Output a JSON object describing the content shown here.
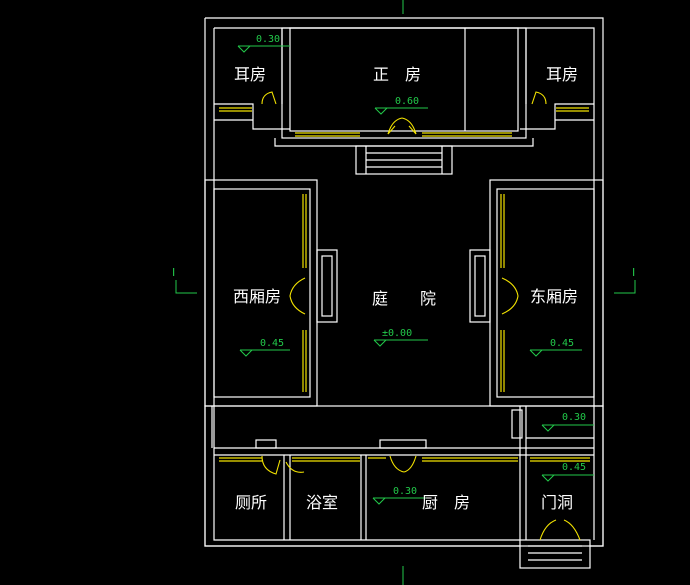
{
  "rooms": {
    "main": "正　房",
    "ear_left": "耳房",
    "ear_right": "耳房",
    "west": "西厢房",
    "east": "东厢房",
    "courtyard": "庭　　院",
    "toilet": "厕所",
    "bath": "浴室",
    "kitchen": "厨　房",
    "gate": "门洞"
  },
  "levels": {
    "ear_left": "0.30",
    "main": "0.60",
    "west": "0.45",
    "east": "0.45",
    "courtyard": "±0.00",
    "se_top": "0.30",
    "gate": "0.45",
    "kitchen": "0.30"
  },
  "section_marks": {
    "left": "I",
    "right": "I"
  },
  "colors": {
    "background": "#000000",
    "wall": "#ffffff",
    "window": "#f2e200",
    "annotation": "#22c94a"
  }
}
